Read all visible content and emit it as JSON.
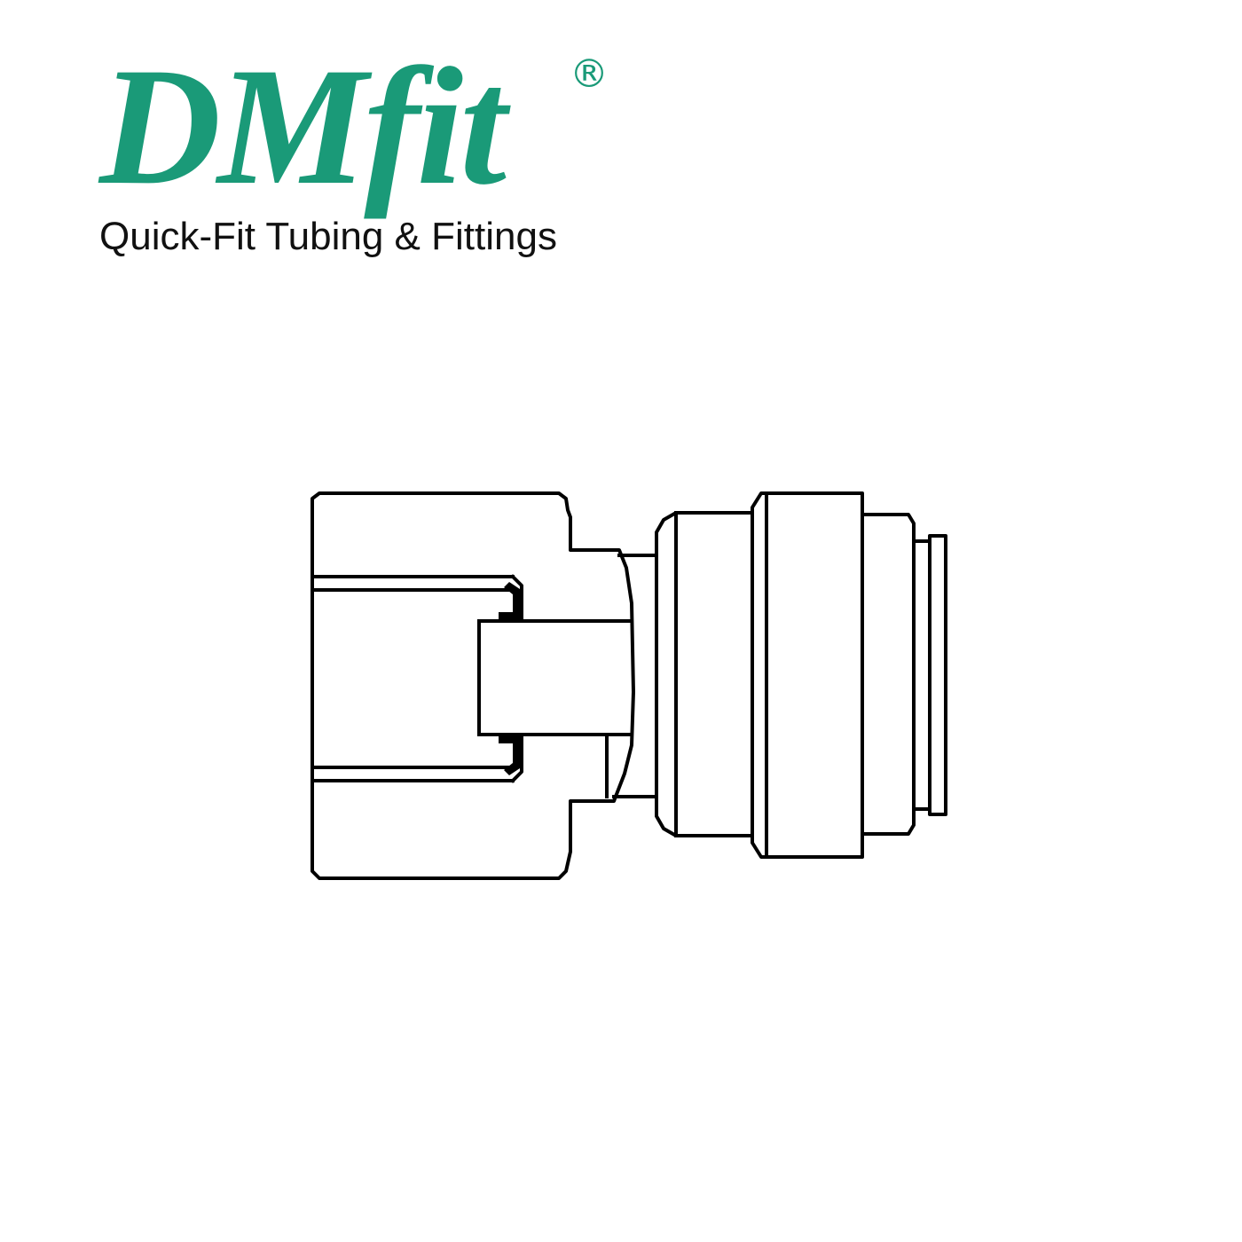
{
  "logo": {
    "wordmark": "DMfit",
    "registered": "®",
    "tagline": "Quick-Fit Tubing & Fittings",
    "brand_color": "#1a9a78",
    "tagline_color": "#111111"
  },
  "drawing": {
    "subject": "push-fit tube fitting side view",
    "line_color": "#000000",
    "background": "#ffffff"
  }
}
